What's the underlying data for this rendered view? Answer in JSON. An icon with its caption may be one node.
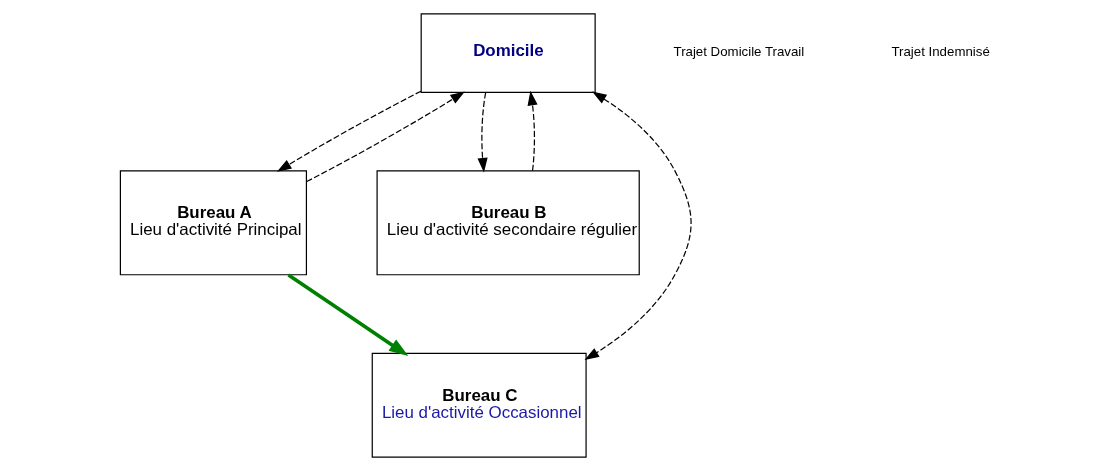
{
  "diagram": {
    "nodes": [
      {
        "text": [
          "Domicile"
        ]
      },
      {
        "text": [
          "Bureau A",
          "Lieu d'activité Principal"
        ]
      },
      {
        "text": [
          "Bureau B",
          "Lieu d'activité secondaire régulier"
        ]
      },
      {
        "text": [
          "Bureau C",
          "Lieu d'activité Occasionnel"
        ]
      }
    ],
    "edges": [
      {
        "from": 1,
        "to": 0,
        "arrow": "to",
        "style": "dashed"
      },
      {
        "from": 0,
        "to": 1,
        "arrow": "to",
        "style": "dashed"
      },
      {
        "from": 2,
        "to": 0,
        "arrow": "to",
        "style": "dashed"
      },
      {
        "from": 0,
        "to": 2,
        "arrow": "to",
        "style": "dashed"
      },
      {
        "from": 0,
        "to": 3,
        "arrow": "both",
        "style": "dashed"
      },
      {
        "from": 1,
        "to": 3,
        "arrow": "to",
        "style": "thick",
        "color": "#008000"
      }
    ],
    "legend": [
      {
        "text": "Trajet Domicile Travail"
      },
      {
        "text": "Trajet Indemnisé"
      }
    ]
  }
}
